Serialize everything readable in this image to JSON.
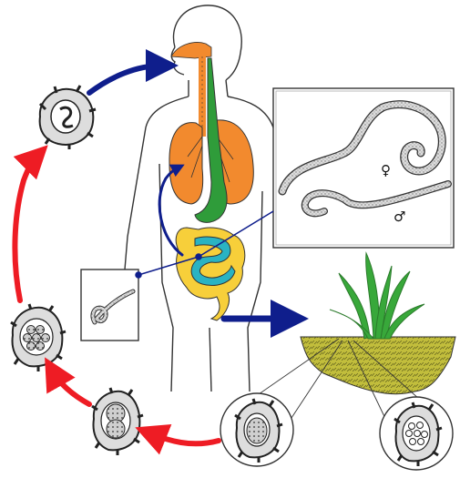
{
  "labels": {
    "female_symbol": "♀",
    "male_symbol": "♂"
  },
  "colors": {
    "arrow_red": "#ee1c24",
    "arrow_blue": "#0f1e8c",
    "lung": "#f28a2e",
    "trachea": "#f28a2e",
    "esophagus_stomach": "#2f9c3a",
    "small_intestine": "#2ab3c2",
    "large_intestine": "#f7cf3a",
    "soil": "#c2be3c",
    "grass": "#38a83a",
    "body_outline": "#333333"
  },
  "icons": [
    "human-body-silhouette",
    "adult-worms-inset",
    "larva-inset",
    "egg-stage-icon",
    "grass-soil-icon"
  ]
}
